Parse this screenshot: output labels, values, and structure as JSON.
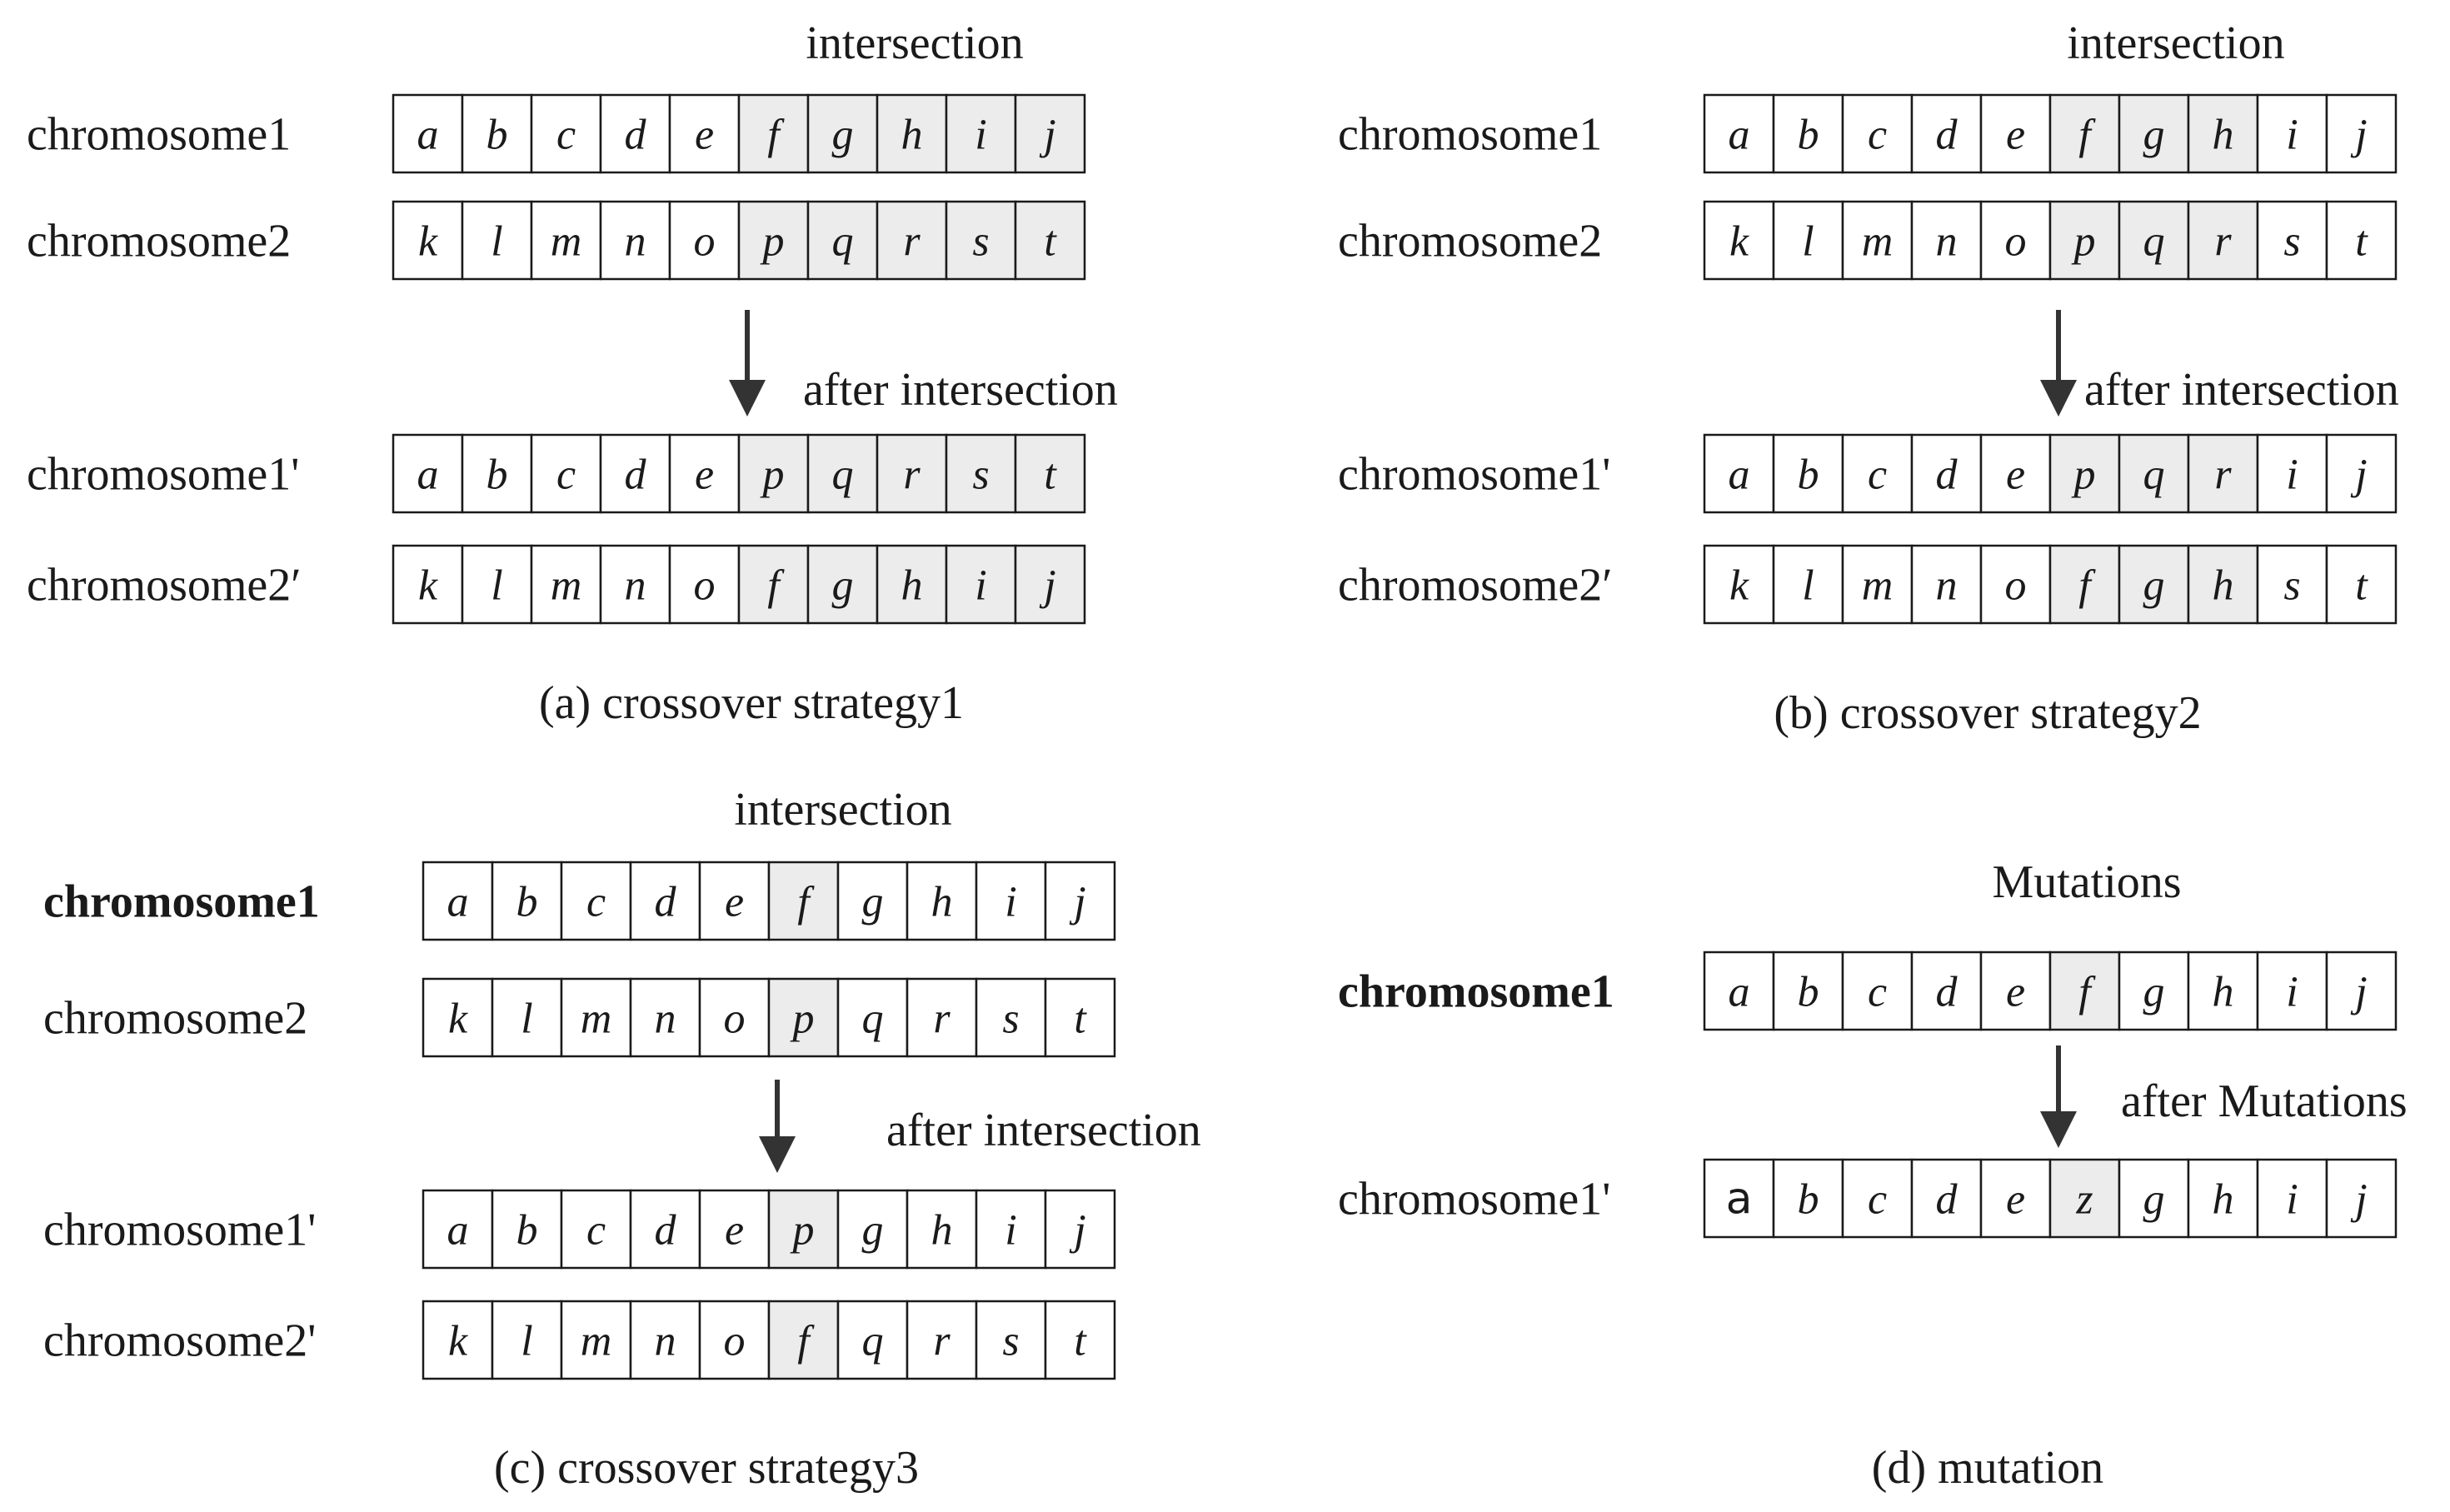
{
  "colors": {
    "cell": "#ffffff",
    "highlight": "#ececec",
    "stroke": "#1a1a1a",
    "arrow": "#333333"
  },
  "panels": [
    {
      "id": "a",
      "caption": "(a) crossover strategy1",
      "top_label": "intersection",
      "arrow_label": "after intersection",
      "arrow_col": 5,
      "rows": [
        {
          "label": "chromosome1",
          "bold": false,
          "genes": [
            "a",
            "b",
            "c",
            "d",
            "e",
            "f",
            "g",
            "h",
            "i",
            "j"
          ],
          "highlight": [
            5,
            6,
            7,
            8,
            9
          ]
        },
        {
          "label": "chromosome2",
          "bold": false,
          "genes": [
            "k",
            "l",
            "m",
            "n",
            "o",
            "p",
            "q",
            "r",
            "s",
            "t"
          ],
          "highlight": [
            5,
            6,
            7,
            8,
            9
          ]
        },
        {
          "label": "chromosome1'",
          "bold": false,
          "genes": [
            "a",
            "b",
            "c",
            "d",
            "e",
            "p",
            "q",
            "r",
            "s",
            "t"
          ],
          "highlight": [
            5,
            6,
            7,
            8,
            9
          ]
        },
        {
          "label": "chromosome2′",
          "bold": false,
          "genes": [
            "k",
            "l",
            "m",
            "n",
            "o",
            "f",
            "g",
            "h",
            "i",
            "j"
          ],
          "highlight": [
            5,
            6,
            7,
            8,
            9
          ]
        }
      ]
    },
    {
      "id": "b",
      "caption": "(b) crossover strategy2",
      "top_label": "intersection",
      "arrow_label": "after intersection",
      "arrow_col": 5,
      "rows": [
        {
          "label": "chromosome1",
          "bold": false,
          "genes": [
            "a",
            "b",
            "c",
            "d",
            "e",
            "f",
            "g",
            "h",
            "i",
            "j"
          ],
          "highlight": [
            5,
            6,
            7
          ]
        },
        {
          "label": "chromosome2",
          "bold": false,
          "genes": [
            "k",
            "l",
            "m",
            "n",
            "o",
            "p",
            "q",
            "r",
            "s",
            "t"
          ],
          "highlight": [
            5,
            6,
            7
          ]
        },
        {
          "label": "chromosome1'",
          "bold": false,
          "genes": [
            "a",
            "b",
            "c",
            "d",
            "e",
            "p",
            "q",
            "r",
            "i",
            "j"
          ],
          "highlight": [
            5,
            6,
            7
          ]
        },
        {
          "label": "chromosome2′",
          "bold": false,
          "genes": [
            "k",
            "l",
            "m",
            "n",
            "o",
            "f",
            "g",
            "h",
            "s",
            "t"
          ],
          "highlight": [
            5,
            6,
            7
          ]
        }
      ]
    },
    {
      "id": "c",
      "caption": "(c) crossover strategy3",
      "top_label": "intersection",
      "arrow_label": "after intersection",
      "arrow_col": 5,
      "rows": [
        {
          "label": "chromosome1",
          "bold": true,
          "genes": [
            "a",
            "b",
            "c",
            "d",
            "e",
            "f",
            "g",
            "h",
            "i",
            "j"
          ],
          "highlight": [
            5
          ]
        },
        {
          "label": "chromosome2",
          "bold": false,
          "genes": [
            "k",
            "l",
            "m",
            "n",
            "o",
            "p",
            "q",
            "r",
            "s",
            "t"
          ],
          "highlight": [
            5
          ]
        },
        {
          "label": "chromosome1'",
          "bold": false,
          "genes": [
            "a",
            "b",
            "c",
            "d",
            "e",
            "p",
            "g",
            "h",
            "i",
            "j"
          ],
          "highlight": [
            5
          ]
        },
        {
          "label": "chromosome2'",
          "bold": false,
          "genes": [
            "k",
            "l",
            "m",
            "n",
            "o",
            "f",
            "q",
            "r",
            "s",
            "t"
          ],
          "highlight": [
            5
          ]
        }
      ]
    },
    {
      "id": "d",
      "caption": "(d) mutation",
      "top_label": "Mutations",
      "arrow_label": "after Mutations",
      "arrow_col": 5,
      "rows": [
        {
          "label": "chromosome1",
          "bold": true,
          "genes": [
            "a",
            "b",
            "c",
            "d",
            "e",
            "f",
            "g",
            "h",
            "i",
            "j"
          ],
          "highlight": [
            5
          ]
        },
        {
          "label": "chromosome1'",
          "bold": false,
          "genes": [
            "a",
            "b",
            "c",
            "d",
            "e",
            "z",
            "g",
            "h",
            "i",
            "j"
          ],
          "highlight": [
            5
          ],
          "upright": [
            0
          ]
        }
      ]
    }
  ]
}
